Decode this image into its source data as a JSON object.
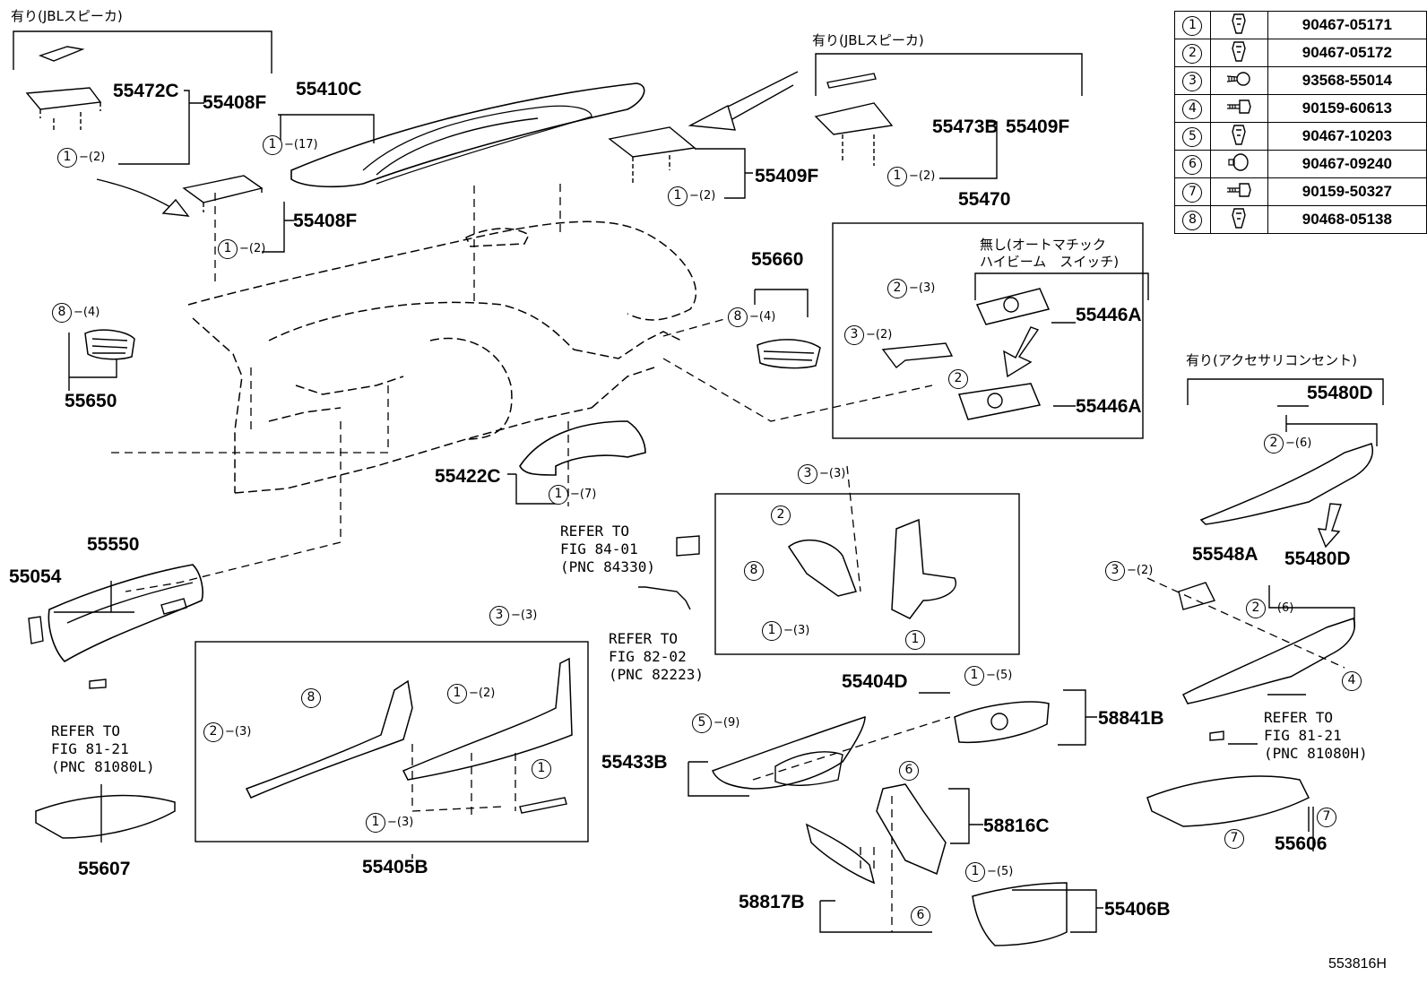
{
  "figure_id": "553816H",
  "legend": [
    {
      "num": "1",
      "part": "90467-05171",
      "icon": "clip-icon"
    },
    {
      "num": "2",
      "part": "90467-05172",
      "icon": "clip-icon"
    },
    {
      "num": "3",
      "part": "93568-55014",
      "icon": "screw-icon"
    },
    {
      "num": "4",
      "part": "90159-60613",
      "icon": "bolt-icon"
    },
    {
      "num": "5",
      "part": "90467-10203",
      "icon": "clip-icon"
    },
    {
      "num": "6",
      "part": "90467-09240",
      "icon": "grommet-icon"
    },
    {
      "num": "7",
      "part": "90159-50327",
      "icon": "bolt-icon"
    },
    {
      "num": "8",
      "part": "90468-05138",
      "icon": "clip-icon"
    }
  ],
  "notes": {
    "jbl_left": "有り(JBLスピーカ)",
    "jbl_right": "有り(JBLスピーカ)",
    "no_auto_hb_1": "無し(オートマチック",
    "no_auto_hb_2": "ハイビーム　スイッチ)",
    "accessory": "有り(アクセサリコンセント)"
  },
  "parts": {
    "p55472C": "55472C",
    "p55408F_a": "55408F",
    "p55408F_b": "55408F",
    "p55410C": "55410C",
    "p55409F_a": "55409F",
    "p55409F_b": "55409F",
    "p55473B": "55473B",
    "p55470": "55470",
    "p55660": "55660",
    "p55446A_a": "55446A",
    "p55446A_b": "55446A",
    "p55650": "55650",
    "p55422C": "55422C",
    "p55550": "55550",
    "p55054": "55054",
    "p55404D": "55404D",
    "p55480D_a": "55480D",
    "p55480D_b": "55480D",
    "p55548A": "55548A",
    "p58841B": "58841B",
    "p55433B": "55433B",
    "p58816C": "58816C",
    "p55405B": "55405B",
    "p58817B": "58817B",
    "p55406B": "55406B",
    "p55607": "55607",
    "p55606": "55606"
  },
  "refs": {
    "r84": "REFER TO\nFIG 84-01\n(PNC 84330)",
    "r82": "REFER TO\nFIG 82-02\n(PNC 82223)",
    "r81L": "REFER TO\nFIG 81-21\n(PNC 81080L)",
    "r81H": "REFER TO\nFIG 81-21\n(PNC 81080H)"
  },
  "callouts": [
    {
      "n": "1",
      "q": "(2)"
    },
    {
      "n": "1",
      "q": "(2)"
    },
    {
      "n": "1",
      "q": "(17)"
    },
    {
      "n": "1",
      "q": "(2)"
    },
    {
      "n": "1",
      "q": "(2)"
    },
    {
      "n": "8",
      "q": "(4)"
    },
    {
      "n": "8",
      "q": "(4)"
    },
    {
      "n": "2",
      "q": "(3)"
    },
    {
      "n": "3",
      "q": "(2)"
    },
    {
      "n": "2",
      "q": ""
    },
    {
      "n": "1",
      "q": "(7)"
    },
    {
      "n": "3",
      "q": "(3)"
    },
    {
      "n": "2",
      "q": ""
    },
    {
      "n": "8",
      "q": ""
    },
    {
      "n": "1",
      "q": "(3)"
    },
    {
      "n": "1",
      "q": ""
    },
    {
      "n": "2",
      "q": "(6)"
    },
    {
      "n": "3",
      "q": "(2)"
    },
    {
      "n": "2",
      "q": "(6)"
    },
    {
      "n": "4",
      "q": ""
    },
    {
      "n": "1",
      "q": "(5)"
    },
    {
      "n": "5",
      "q": "(9)"
    },
    {
      "n": "6",
      "q": ""
    },
    {
      "n": "6",
      "q": ""
    },
    {
      "n": "1",
      "q": "(5)"
    },
    {
      "n": "3",
      "q": "(3)"
    },
    {
      "n": "1",
      "q": "(2)"
    },
    {
      "n": "8",
      "q": ""
    },
    {
      "n": "2",
      "q": "(3)"
    },
    {
      "n": "1",
      "q": ""
    },
    {
      "n": "1",
      "q": "(3)"
    },
    {
      "n": "7",
      "q": ""
    },
    {
      "n": "7",
      "q": ""
    }
  ]
}
